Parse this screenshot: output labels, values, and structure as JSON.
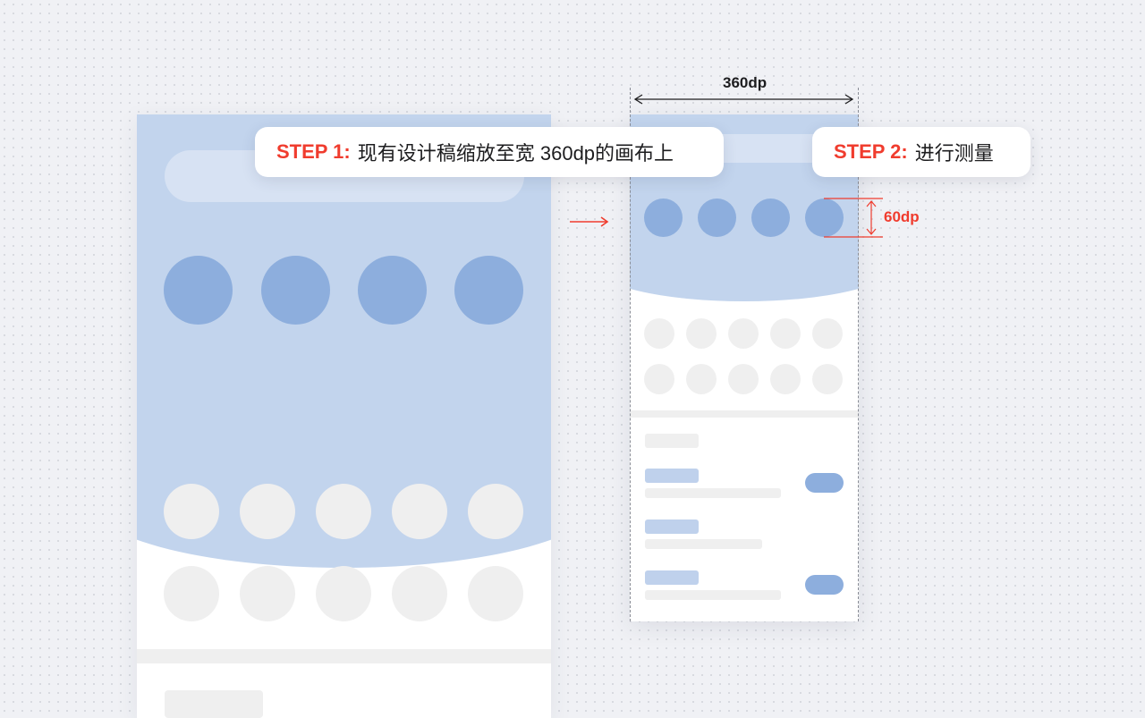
{
  "step1": {
    "label": "STEP 1:",
    "text": "现有设计稿缩放至宽 360dp的画布上"
  },
  "step2": {
    "label": "STEP 2:",
    "text": "进行测量"
  },
  "width_dimension": "360dp",
  "height_dimension": "60dp",
  "colors": {
    "accent_red": "#f03c2e",
    "hero_blue": "#c2d4ed",
    "icon_blue": "#8daedd",
    "placeholder_grey": "#efefef"
  }
}
